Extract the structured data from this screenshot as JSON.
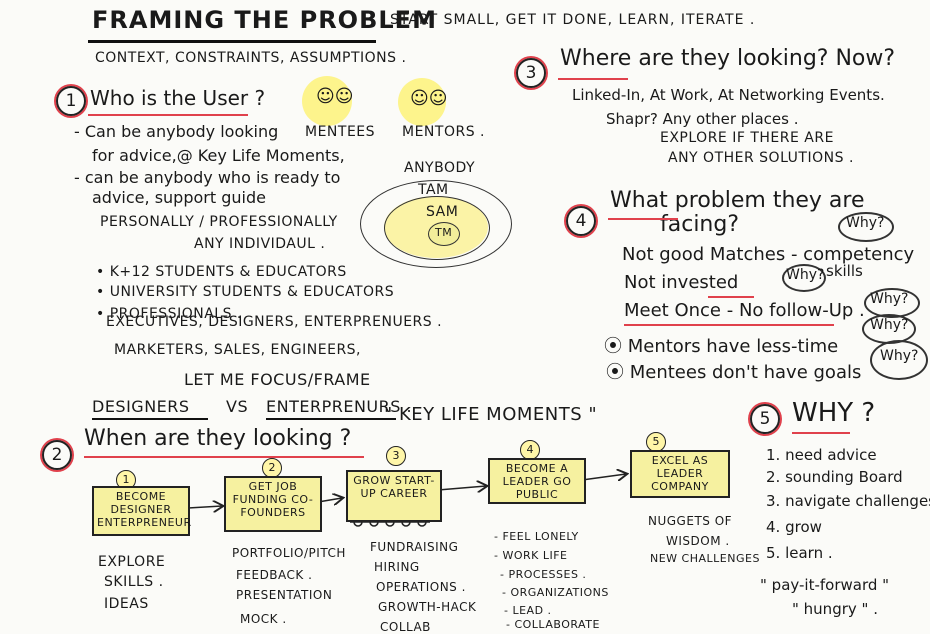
{
  "header": {
    "title": "FRAMING THE PROBLEM",
    "tagline": "START SMALL, GET IT DONE, LEARN, ITERATE .",
    "subtitle": "CONTEXT, CONSTRAINTS, ASSUMPTIONS ."
  },
  "s1": {
    "num": "1",
    "heading": "Who is the User ?",
    "mentees_label": "MENTEES",
    "mentors_label": "MENTORS .",
    "lines": [
      "- Can be anybody looking",
      "for advice,@ Key Life Moments,",
      "- can be anybody who is ready to",
      "advice, support guide",
      "PERSONALLY / PROFESSIONALLY",
      "ANY INDIVIDAUL ."
    ],
    "bullets": [
      "• K+12 STUDENTS & EDUCATORS",
      "• UNIVERSITY STUDENTS & EDUCATORS",
      "• PROFESSIONALS ."
    ],
    "prof_lines": [
      "EXECUTIVES, DESIGNERS, ENTERPRENUERS .",
      "MARKETERS, SALES, ENGINEERS,"
    ],
    "focus": "LET ME FOCUS/FRAME",
    "focus_left": "DESIGNERS",
    "focus_vs": "VS",
    "focus_right": "ENTERPRENURS ."
  },
  "market": {
    "anybody": "ANYBODY",
    "tam": "TAM",
    "sam": "SAM",
    "tm": "TM"
  },
  "s3": {
    "num": "3",
    "heading": "Where are they looking? Now?",
    "lines": [
      "Linked-In, At Work, At Networking Events.",
      "Shapr? Any other places .",
      "EXPLORE IF THERE ARE",
      "ANY OTHER SOLUTIONS ."
    ]
  },
  "s4": {
    "num": "4",
    "heading": "What problem they are",
    "heading2": "facing?",
    "lines": [
      "Not good Matches - competency",
      "skills",
      "Not invested",
      "Meet Once - No follow-Up .",
      "⦿ Mentors have less-time",
      "⦿ Mentees don't have goals"
    ],
    "why": "Why?"
  },
  "s5": {
    "num": "5",
    "heading": "WHY ?",
    "items": [
      "1. need advice",
      "2. sounding Board",
      "3. navigate challenges",
      "4. grow",
      "5. learn ."
    ],
    "quote1": "\" pay-it-forward \"",
    "quote2": "\" hungry \" ."
  },
  "s2": {
    "num": "2",
    "heading": "When are they looking ?",
    "moments": "\" KEY LIFE MOMENTS \"",
    "stages": [
      {
        "num": "1",
        "label": "BECOME DESIGNER ENTERPRENEUR"
      },
      {
        "num": "2",
        "label": "GET JOB FUNDING CO-FOUNDERS"
      },
      {
        "num": "3",
        "label": "GROW START-UP CAREER"
      },
      {
        "num": "4",
        "label": "BECOME A LEADER GO PUBLIC"
      },
      {
        "num": "5",
        "label": "EXCEL AS LEADER COMPANY"
      }
    ],
    "col1": [
      "EXPLORE",
      "SKILLS .",
      "IDEAS"
    ],
    "col2": [
      "PORTFOLIO/PITCH",
      "FEEDBACK .",
      "PRESENTATION",
      "MOCK ."
    ],
    "col3": [
      "FUNDRAISING",
      "HIRING",
      "OPERATIONS .",
      "GROWTH-HACK",
      "COLLAB"
    ],
    "col4": [
      "- FEEL LONELY",
      "- WORK LIFE",
      "- PROCESSES .",
      "- ORGANIZATIONS",
      "- LEAD .",
      "- COLLABORATE"
    ],
    "col5": [
      "NUGGETS OF",
      "WISDOM .",
      "NEW CHALLENGES"
    ]
  }
}
